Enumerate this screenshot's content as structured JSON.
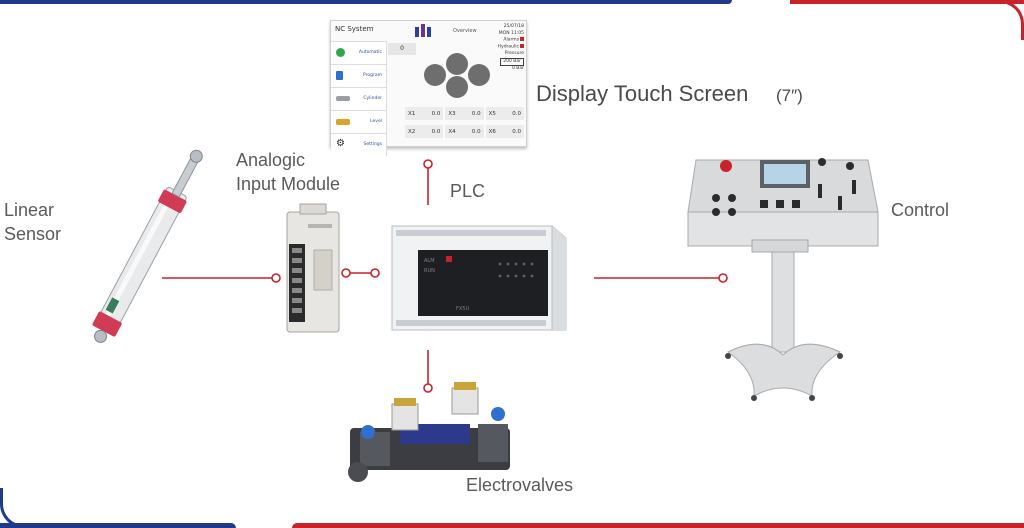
{
  "labels": {
    "linear_sensor_line1": "Linear",
    "linear_sensor_line2": "Sensor",
    "analog_module_line1": "Analogic",
    "analog_module_line2": "Input Module",
    "plc": "PLC",
    "display": "Display Touch Screen",
    "display_size": "(7″)",
    "control": "Control",
    "electrovalves": "Electrovalves"
  },
  "hmi": {
    "title": "NC System",
    "overview": "Overview",
    "status": [
      "25/07/18",
      "MON 11:05",
      "Alarms",
      "Hydraulic",
      "Pressure",
      "200 Bar",
      "0 Bar"
    ],
    "counter": "0",
    "menu": [
      {
        "label": "Automatic",
        "icon": "status-dot-icon"
      },
      {
        "label": "Program",
        "icon": "document-icon"
      },
      {
        "label": "Cylinder",
        "icon": "cylinder-icon"
      },
      {
        "label": "Level",
        "icon": "level-icon"
      },
      {
        "label": "Settings",
        "icon": "gear-icon"
      }
    ],
    "axes": [
      {
        "name": "X1",
        "value": "0.0"
      },
      {
        "name": "X3",
        "value": "0.0"
      },
      {
        "name": "X5",
        "value": "0.0"
      },
      {
        "name": "X2",
        "value": "0.0"
      },
      {
        "name": "X4",
        "value": "0.0"
      },
      {
        "name": "X6",
        "value": "0.0"
      }
    ]
  },
  "colors": {
    "frame_blue": "#1f3a8a",
    "frame_red": "#c8222a",
    "connector": "#c8222a",
    "text": "#5a5a5a"
  }
}
